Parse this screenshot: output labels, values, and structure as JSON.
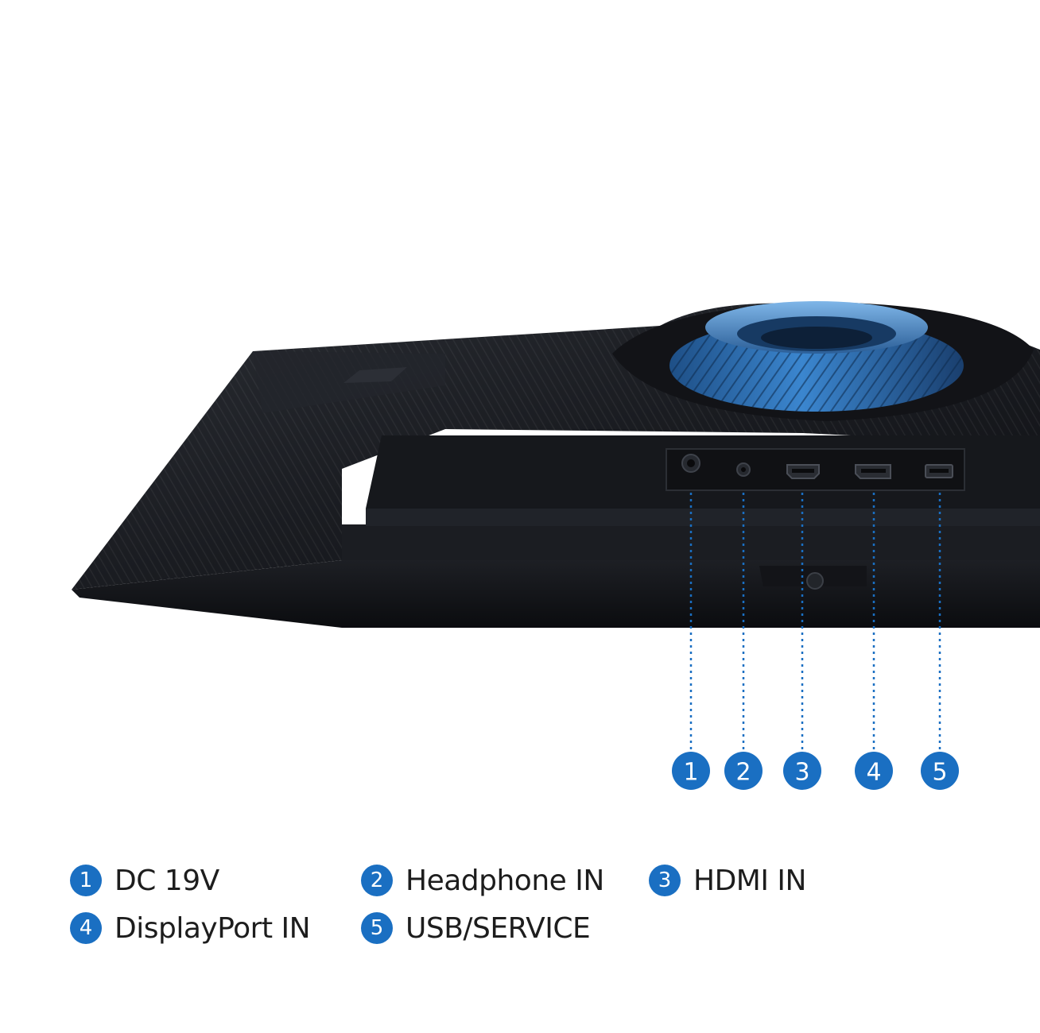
{
  "colors": {
    "accent": "#1a6fc2",
    "monitor_body": "#15171c",
    "stand_ring": "#2f6fb0",
    "text": "#1d1d1d"
  },
  "port_markers": [
    {
      "number": "1",
      "port": "power-jack"
    },
    {
      "number": "2",
      "port": "headphone-jack"
    },
    {
      "number": "3",
      "port": "hdmi-port"
    },
    {
      "number": "4",
      "port": "displayport-port"
    },
    {
      "number": "5",
      "port": "usb-port"
    }
  ],
  "legend": [
    {
      "number": "1",
      "label": "DC 19V"
    },
    {
      "number": "2",
      "label": "Headphone IN"
    },
    {
      "number": "3",
      "label": "HDMI IN"
    },
    {
      "number": "4",
      "label": "DisplayPort IN"
    },
    {
      "number": "5",
      "label": "USB/SERVICE"
    }
  ]
}
